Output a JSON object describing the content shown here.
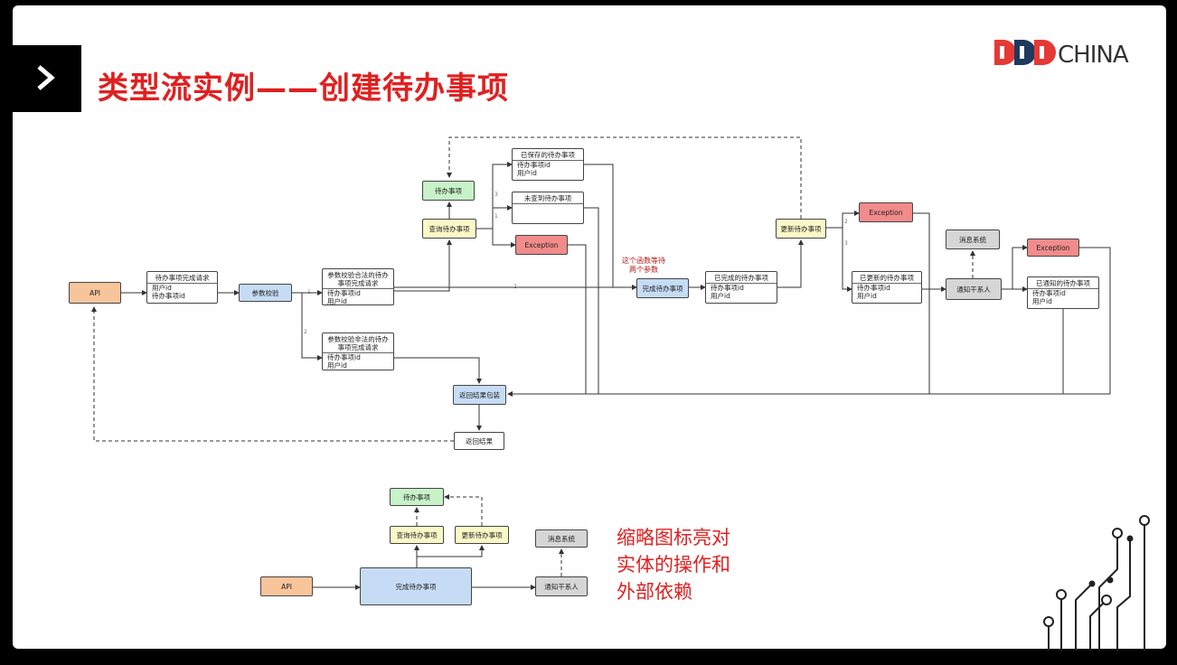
{
  "slide": {
    "title": "类型流实例——创建待办事项",
    "logo_text": "CHINA",
    "chevron_icon": "chevron-right-icon",
    "side_note": [
      "缩略图标亮对",
      "实体的操作和",
      "外部依赖"
    ],
    "annotation": [
      "这个函数等待",
      "两个参数"
    ]
  },
  "colors": {
    "title": "#e02020",
    "api": "#f8c49a",
    "workflow": "#c6dcf5",
    "entity": "#c8f2c8",
    "query": "#fbf8c8",
    "exception": "#f28b8b",
    "external": "#d6d6d6"
  },
  "main_diagram": {
    "api": "API",
    "request": {
      "title": "待办事项完成请求",
      "fields": [
        "用户id",
        "待办事项id"
      ]
    },
    "validate": "参数校验",
    "valid_request": {
      "title": "参数校验合法的待办事项完成请求",
      "fields": [
        "待办事项id",
        "用户id"
      ]
    },
    "invalid_request": {
      "title": "参数校验非法的待办事项完成请求",
      "fields": [
        "待办事项id",
        "用户id"
      ]
    },
    "todo_entity": "待办事项",
    "query_todo": "查询待办事项",
    "saved_todo": {
      "title": "已保存的待办事项",
      "fields": [
        "待办事项id",
        "用户id"
      ]
    },
    "not_found": {
      "title": "未查到待办事项"
    },
    "exception1": "Exception",
    "complete_todo": "完成待办事项",
    "completed_todo": {
      "title": "已完成的待办事项",
      "fields": [
        "待办事项id",
        "用户id"
      ]
    },
    "update_todo": "更新待办事项",
    "exception2": "Exception",
    "updated_todo": {
      "title": "已更新的待办事项",
      "fields": [
        "待办事项id",
        "用户id"
      ]
    },
    "message_system": "消息系统",
    "notify": "通知干系人",
    "exception3": "Exception",
    "notified_todo": {
      "title": "已通知的待办事项",
      "fields": [
        "待办事项id",
        "用户id"
      ]
    },
    "wrap_result": "返回结果包装",
    "return_result": "返回结果",
    "edge_labels": [
      "1",
      "2",
      "2",
      "3",
      "1",
      "2",
      "3"
    ]
  },
  "mini_diagram": {
    "todo": "待办事项",
    "query": "查询待办事项",
    "update": "更新待办事项",
    "message_system": "消息系统",
    "api": "API",
    "complete": "完成待办事项",
    "notify": "通知干系人"
  }
}
